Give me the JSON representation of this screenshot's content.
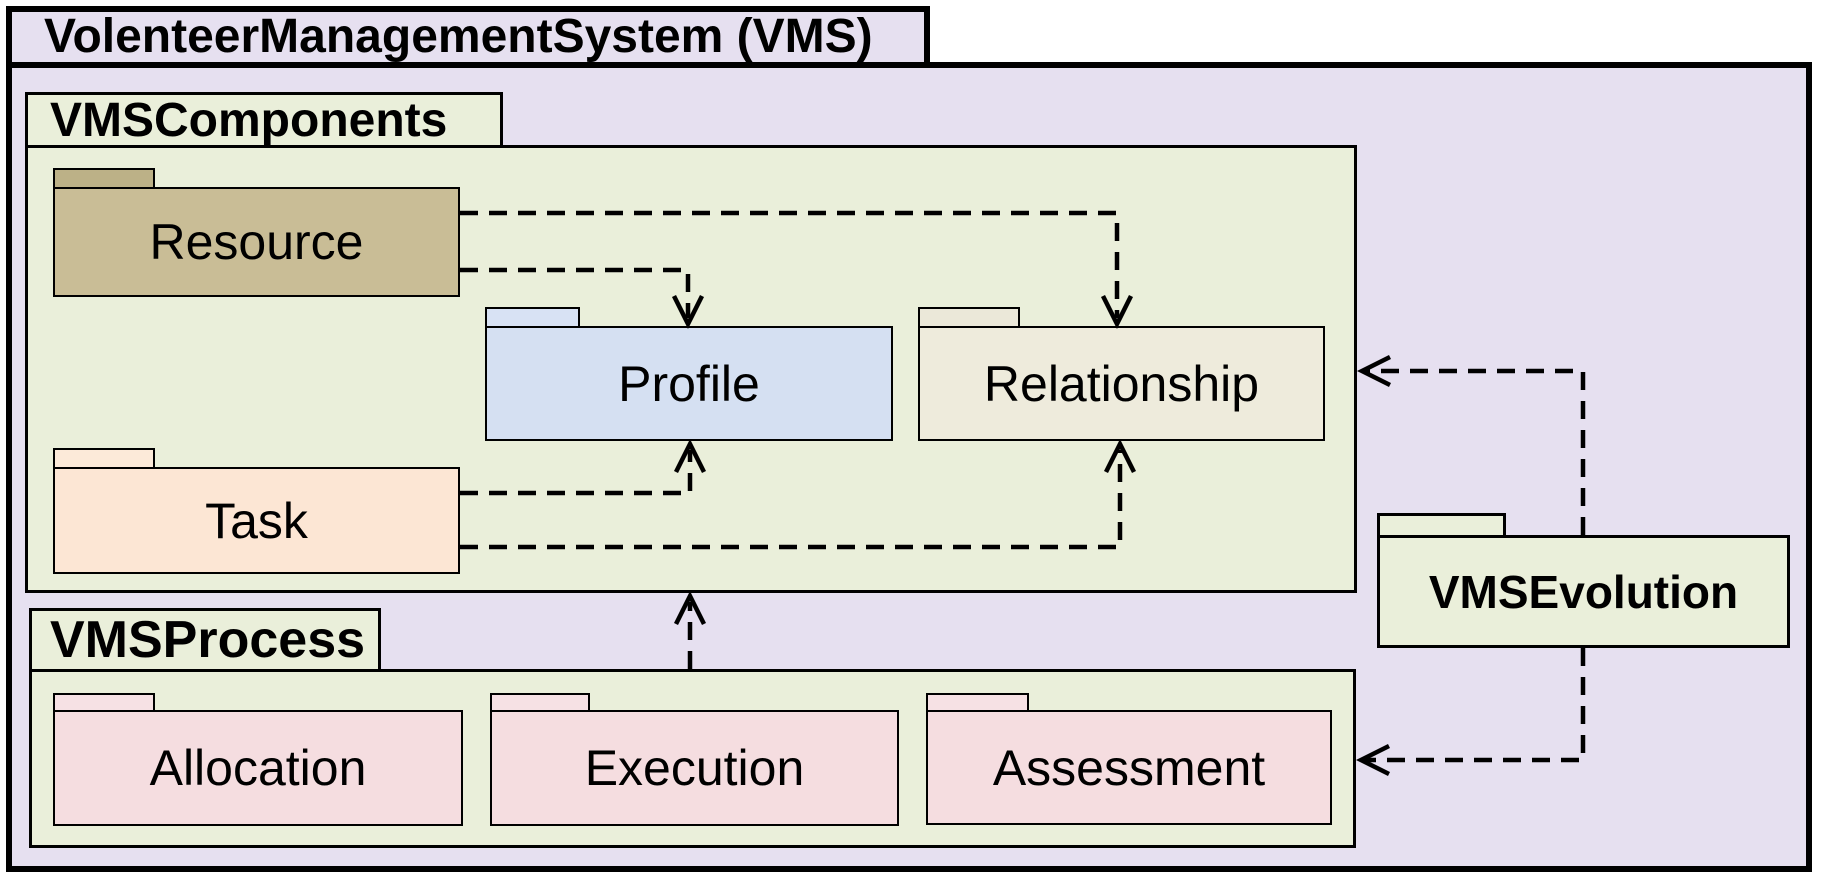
{
  "diagram": {
    "title": "VolenteerManagementSystem (VMS)",
    "containers": {
      "components": {
        "label": "VMSComponents",
        "fill": "#eaefda"
      },
      "process": {
        "label": "VMSProcess",
        "fill": "#eaefda"
      },
      "evolution": {
        "label": "VMSEvolution",
        "fill": "#eaefda"
      }
    },
    "packages": {
      "resource": {
        "label": "Resource",
        "fill": "#c9bd96",
        "tab_fill": "#bcb187"
      },
      "profile": {
        "label": "Profile",
        "fill": "#d5e0f2",
        "tab_fill": "#d8e2f4"
      },
      "relationship": {
        "label": "Relationship",
        "fill": "#eeebdc",
        "tab_fill": "#ebe8d9"
      },
      "task": {
        "label": "Task",
        "fill": "#fce6d4",
        "tab_fill": "#fcead9"
      },
      "allocation": {
        "label": "Allocation",
        "fill": "#f5dde0",
        "tab_fill": "#f6e1e4"
      },
      "execution": {
        "label": "Execution",
        "fill": "#f5dde0",
        "tab_fill": "#f6e1e4"
      },
      "assessment": {
        "label": "Assessment",
        "fill": "#f5dde0",
        "tab_fill": "#f6e1e4"
      }
    },
    "colors": {
      "outer_background": "#e6e0f0",
      "border": "#000000",
      "arrow": "#000000",
      "page_background": "#ffffff"
    },
    "dependencies": [
      {
        "from": "Resource",
        "to": "Relationship",
        "style": "dashed"
      },
      {
        "from": "Resource",
        "to": "Profile",
        "style": "dashed"
      },
      {
        "from": "Task",
        "to": "Profile",
        "style": "dashed"
      },
      {
        "from": "Task",
        "to": "Relationship",
        "style": "dashed"
      },
      {
        "from": "VMSProcess",
        "to": "VMSComponents",
        "style": "dashed"
      },
      {
        "from": "VMSEvolution",
        "to": "VMSComponents",
        "style": "dashed"
      },
      {
        "from": "VMSEvolution",
        "to": "VMSProcess",
        "style": "dashed"
      }
    ]
  }
}
